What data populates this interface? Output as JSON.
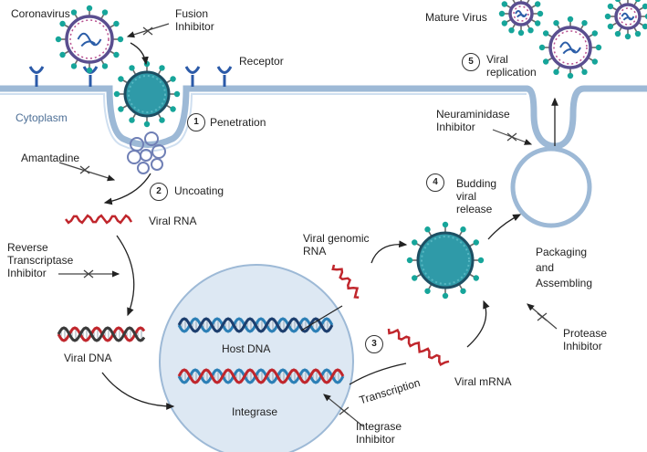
{
  "labels": {
    "coronavirus": "Coronavirus",
    "fusion_inhibitor": [
      "Fusion",
      "Inhibitor"
    ],
    "receptor": "Receptor",
    "mature_virus": "Mature Virus",
    "viral_replication": [
      "Viral",
      "replication"
    ],
    "cytoplasm": "Cytoplasm",
    "penetration": "Penetration",
    "neuraminidase_inhibitor": [
      "Neuraminidase",
      "Inhibitor"
    ],
    "amantadine": "Amantadine",
    "uncoating": "Uncoating",
    "budding_release": [
      "Budding",
      "viral",
      "release"
    ],
    "viral_rna": "Viral RNA",
    "reverse_transcriptase_inhibitor": [
      "Reverse",
      "Transcriptase",
      "Inhibitor"
    ],
    "viral_genomic_rna": [
      "Viral genomic",
      "RNA"
    ],
    "packaging_assembling": [
      "Packaging",
      "and",
      "Assembling"
    ],
    "viral_dna": "Viral DNA",
    "host_dna": "Host DNA",
    "protease_inhibitor": [
      "Protease",
      "Inhibitor"
    ],
    "transcription": "Transcription",
    "viral_mrna": "Viral mRNA",
    "integrase": "Integrase",
    "integrase_inhibitor": [
      "Integrase",
      "Inhibitor"
    ]
  },
  "steps": [
    "1",
    "2",
    "3",
    "4",
    "5"
  ],
  "colors": {
    "membrane": "#9db9d6",
    "virus_core": "#2f9aa8",
    "spike": "#16a59a",
    "envelope": "#5a4e8f",
    "rna": "#c0262c",
    "dna_blue": "#2b7fb6",
    "nucleus": "#dde8f3"
  }
}
